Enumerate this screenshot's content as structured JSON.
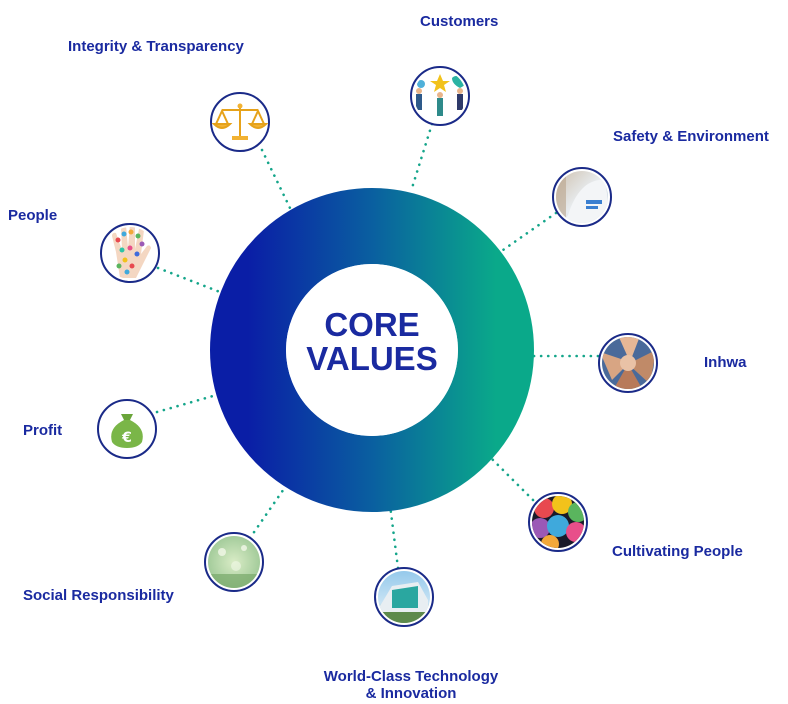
{
  "center": {
    "line1": "CORE",
    "line2": "VALUES"
  },
  "colors": {
    "ring_start": "#0a1ea6",
    "ring_end": "#0aa98a",
    "text": "#1a2aa0",
    "connector": "#14a58a",
    "node_border": "#1a2a88"
  },
  "values": [
    {
      "id": "integrity",
      "label": "Integrity & Transparency",
      "icon": "scales-icon"
    },
    {
      "id": "customers",
      "label": "Customers",
      "icon": "customers-icon"
    },
    {
      "id": "safety",
      "label": "Safety & Environment",
      "icon": "safety-icon"
    },
    {
      "id": "people",
      "label": "People",
      "icon": "hand-icon"
    },
    {
      "id": "inhwa",
      "label": "Inhwa",
      "icon": "hands-together-icon"
    },
    {
      "id": "profit",
      "label": "Profit",
      "icon": "money-bag-icon"
    },
    {
      "id": "cultivating",
      "label": "Cultivating People",
      "icon": "balloons-icon"
    },
    {
      "id": "social",
      "label": "Social Responsibility",
      "icon": "nature-icon"
    },
    {
      "id": "technology",
      "label_line1": "World-Class Technology",
      "label_line2": "& Innovation",
      "icon": "building-icon"
    }
  ]
}
